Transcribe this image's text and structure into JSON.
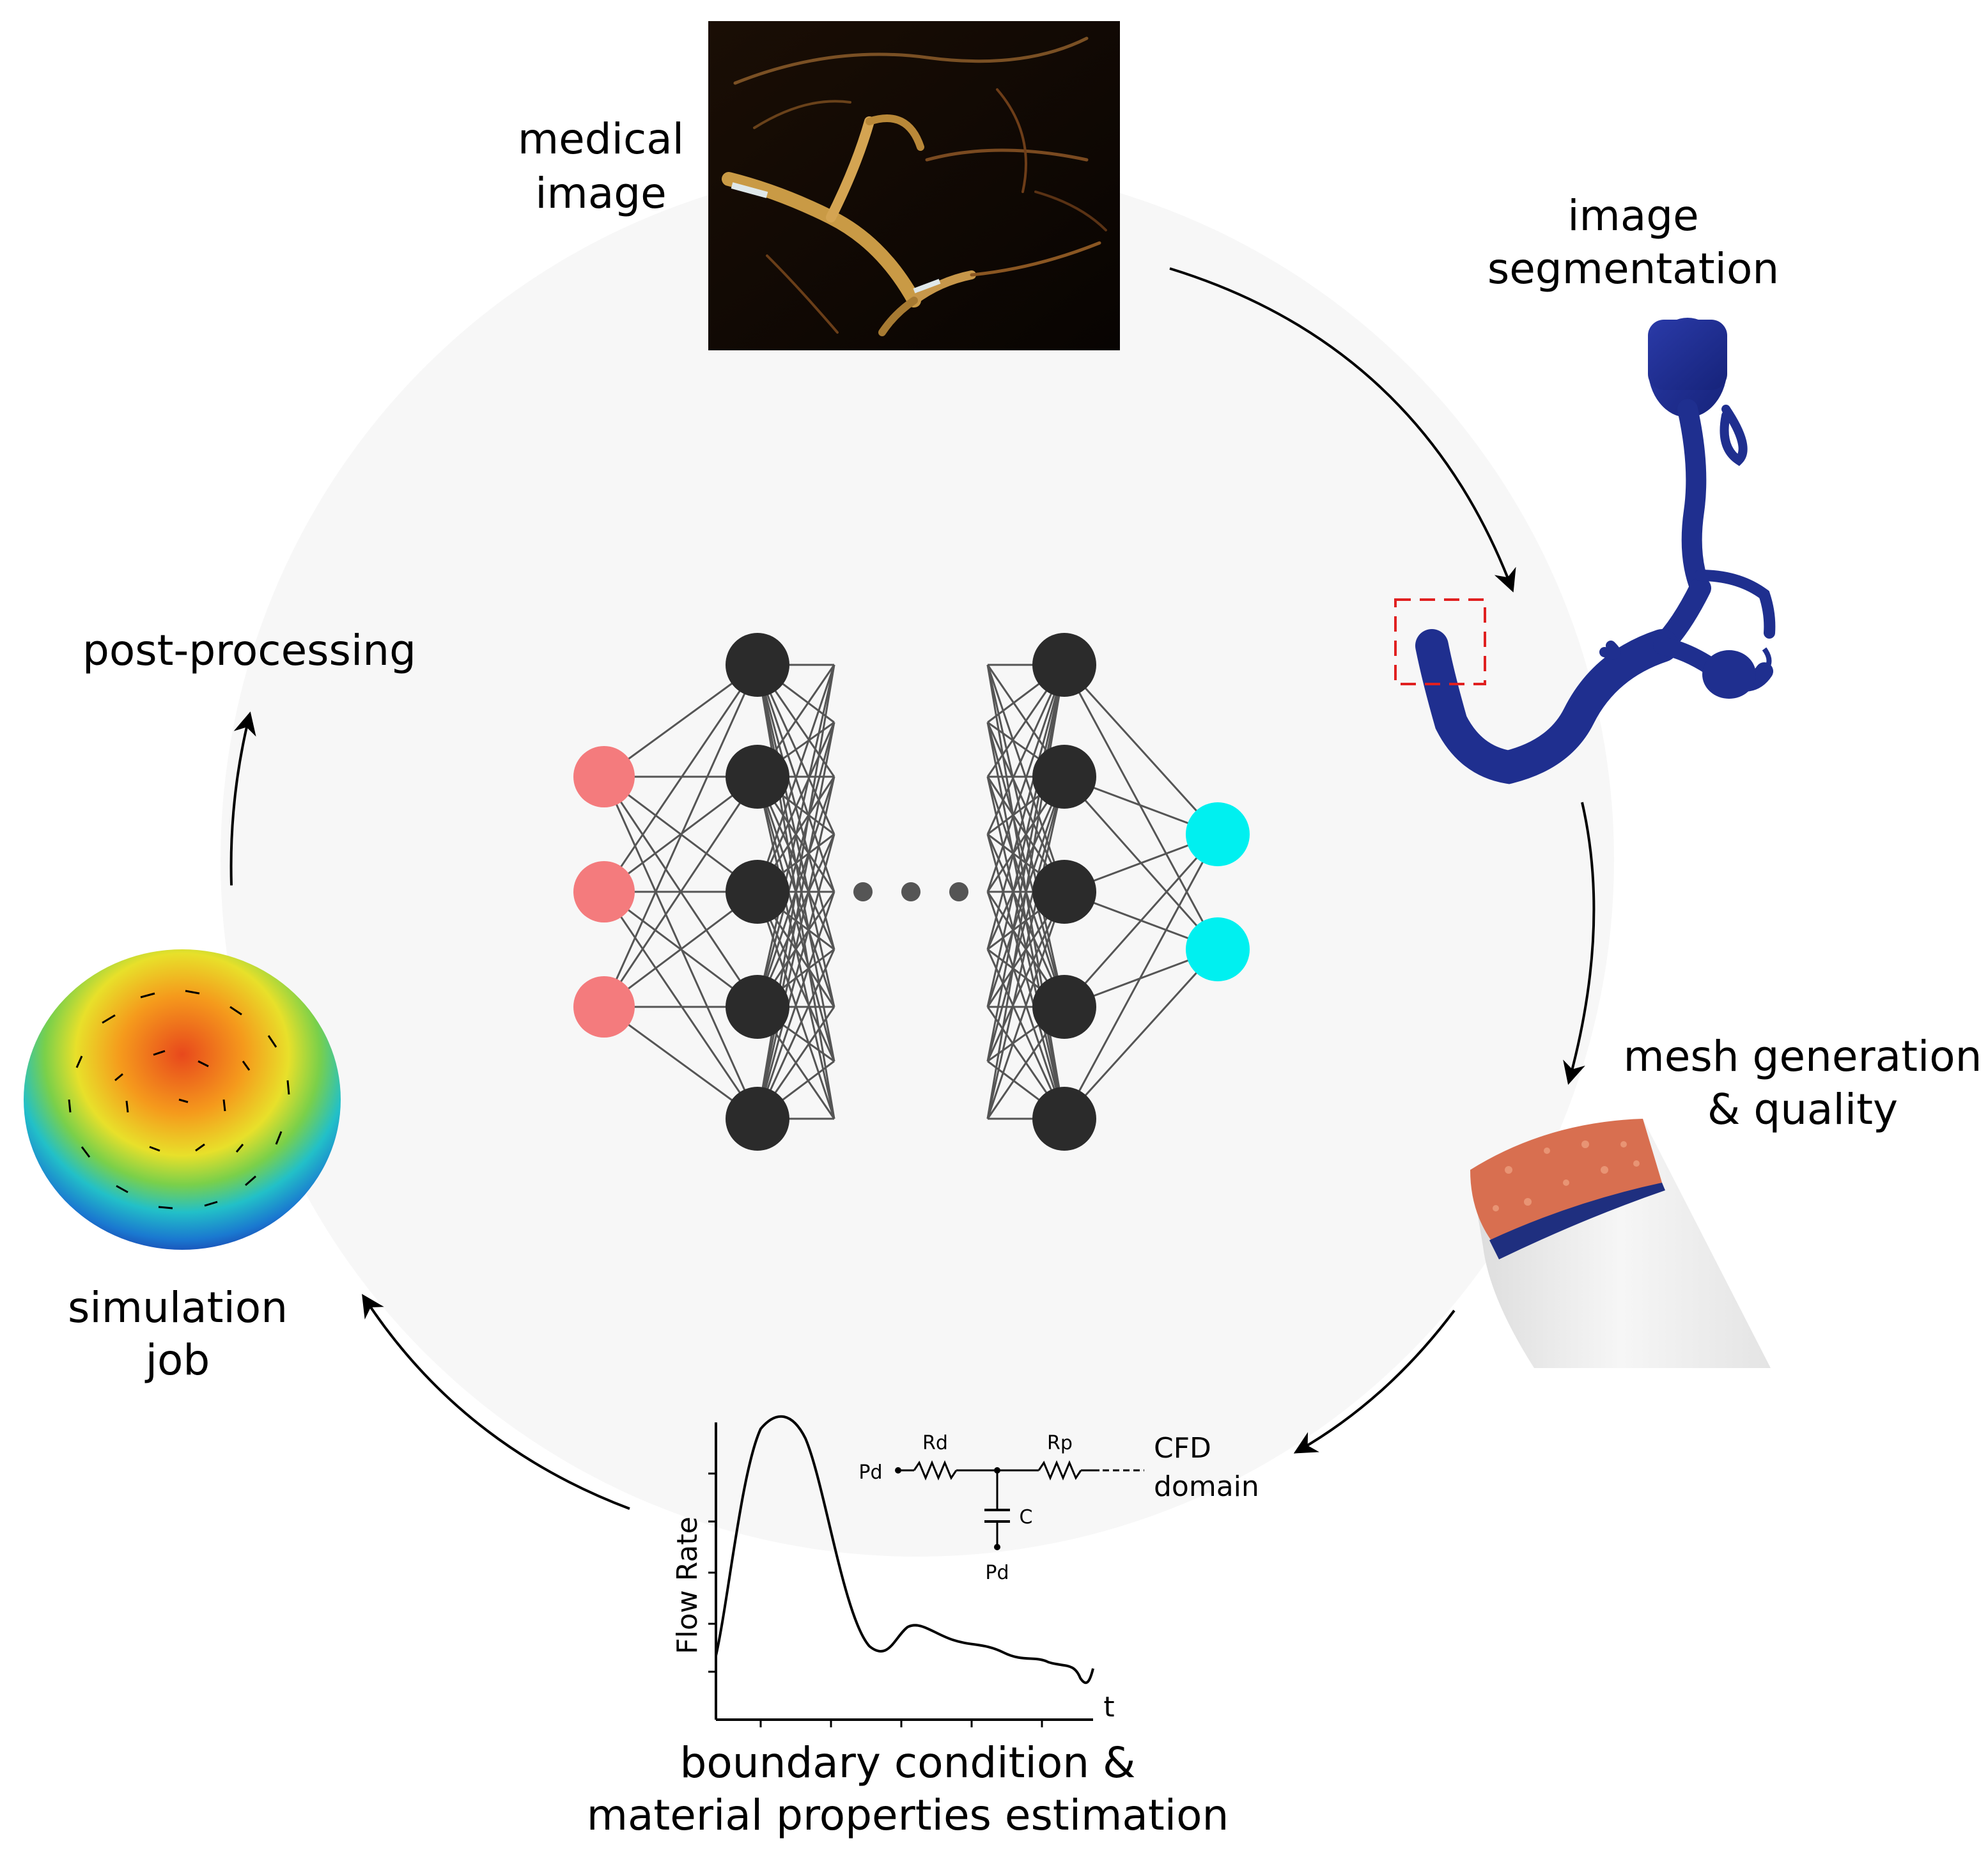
{
  "labels": {
    "medical_image": [
      "medical",
      "image"
    ],
    "image_segmentation": [
      "image",
      "segmentation"
    ],
    "post_processing": "post-processing",
    "mesh_generation": [
      "mesh generation",
      "& quality"
    ],
    "simulation_job": [
      "simulation",
      "job"
    ],
    "boundary_condition": [
      "boundary condition &",
      "material properties estimation"
    ]
  },
  "circuit": {
    "pd_left": "Pd",
    "rd": "Rd",
    "rp": "Rp",
    "c": "C",
    "pd_bottom": "Pd",
    "cfd": [
      "CFD",
      "domain"
    ]
  },
  "flow_plot": {
    "ylabel": "Flow Rate",
    "xlabel": "t"
  },
  "neural_network": {
    "input_nodes": 3,
    "hidden_nodes_per_layer": 5,
    "output_nodes": 2,
    "input_color": "#f47b7d",
    "hidden_color": "#2b2b2b",
    "output_color": "#00f0f0",
    "edge_color": "#555555"
  },
  "colors": {
    "circle_bg": "#f7f7f7",
    "vessel_blue": "#1f2f8f",
    "mesh_red": "#d86f50",
    "roi_box": "#e02020"
  }
}
